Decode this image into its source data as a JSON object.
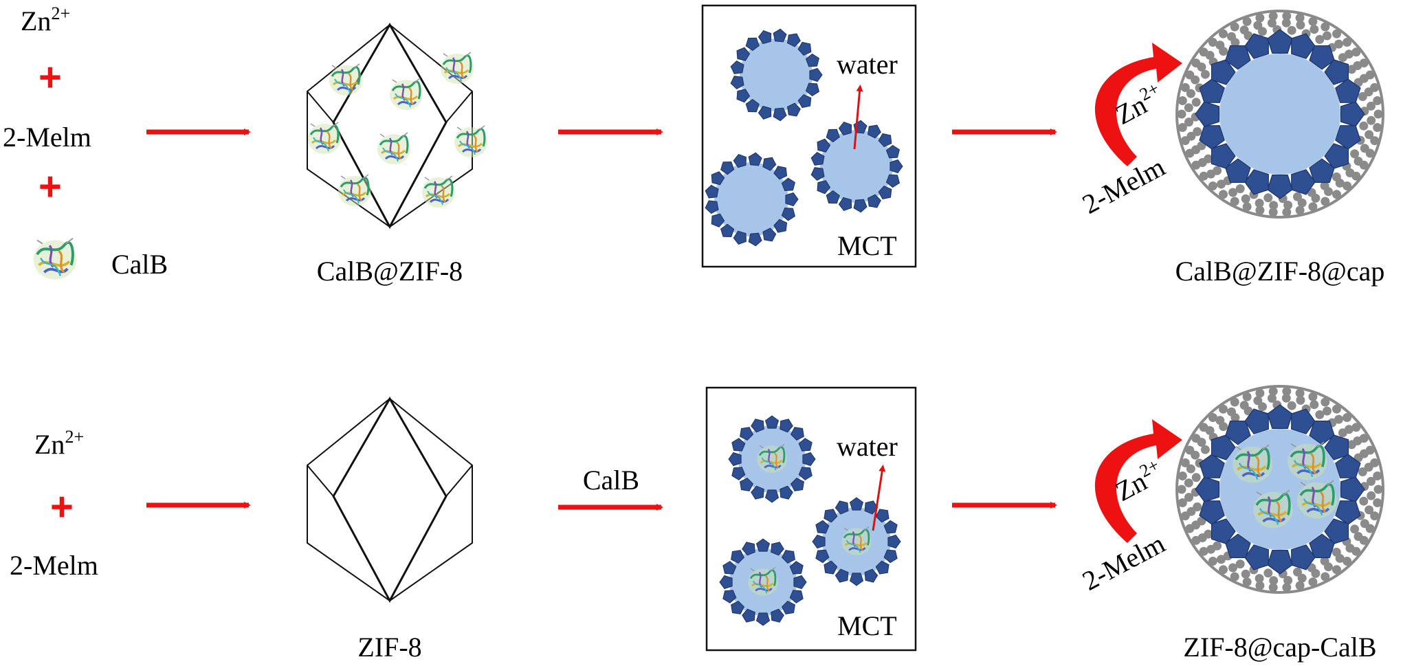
{
  "top_row": {
    "reagents": {
      "zn": "Zn",
      "zn_charge": "2+",
      "plus": "+",
      "ligand": "2-Melm",
      "enzyme": "CalB"
    },
    "crystal_label": "CalB@ZIF-8",
    "emulsion": {
      "water_label": "water",
      "oil_label": "MCT"
    },
    "capping": {
      "zn": "Zn",
      "zn_charge": "2+",
      "ligand": "2-Melm"
    },
    "product_label": "CalB@ZIF-8@cap"
  },
  "bottom_row": {
    "reagents": {
      "zn": "Zn",
      "zn_charge": "2+",
      "plus": "+",
      "ligand": "2-Melm"
    },
    "crystal_label": "ZIF-8",
    "arrow_label": "CalB",
    "emulsion": {
      "water_label": "water",
      "oil_label": "MCT"
    },
    "capping": {
      "zn": "Zn",
      "zn_charge": "2+",
      "ligand": "2-Melm"
    },
    "product_label": "ZIF-8@cap-CalB"
  },
  "colors": {
    "arrow": "#ee1111",
    "shell": "#2e4f92",
    "core": "#a7c5e8",
    "cap": "#8a8a8a"
  }
}
